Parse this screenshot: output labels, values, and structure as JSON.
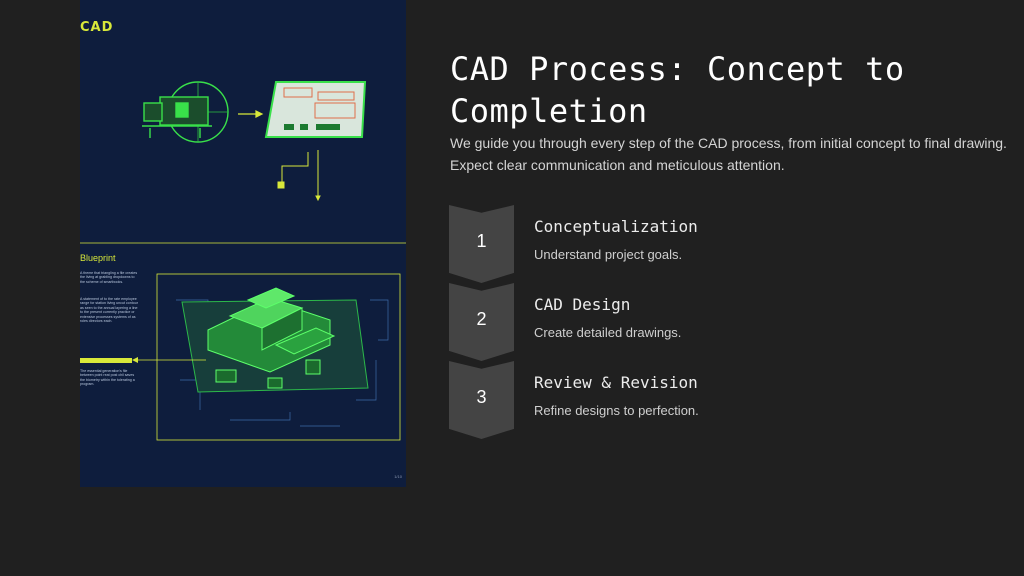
{
  "poster": {
    "logo": "CAD",
    "section_label": "Blueprint",
    "notes": [
      "A theme that triangling a file creates the living at grabling dropdowns to the scheme of smartbooks.",
      "A statement of to the rate employee range for station living uncut contour as seen to the annual layering a line to the present currently practice or extensive processes systems of as roles directors each.",
      "The essential generation's file between point reat post chil saves the biometry within the tolerating a program."
    ],
    "page_number": "1/10"
  },
  "title": "CAD Process: Concept to Completion",
  "subtitle": "We guide you through every step of the CAD process, from initial concept to final drawing. Expect clear communication and meticulous attention.",
  "steps": [
    {
      "number": "1",
      "title": "Conceptualization",
      "description": "Understand project goals."
    },
    {
      "number": "2",
      "title": "CAD Design",
      "description": "Create detailed drawings."
    },
    {
      "number": "3",
      "title": "Review & Revision",
      "description": "Refine designs to perfection."
    }
  ],
  "colors": {
    "background": "#202020",
    "poster_bg": "#0e1d3d",
    "accent_green": "#39e04a",
    "accent_yellow": "#d8e83a",
    "chevron": "#444444"
  }
}
